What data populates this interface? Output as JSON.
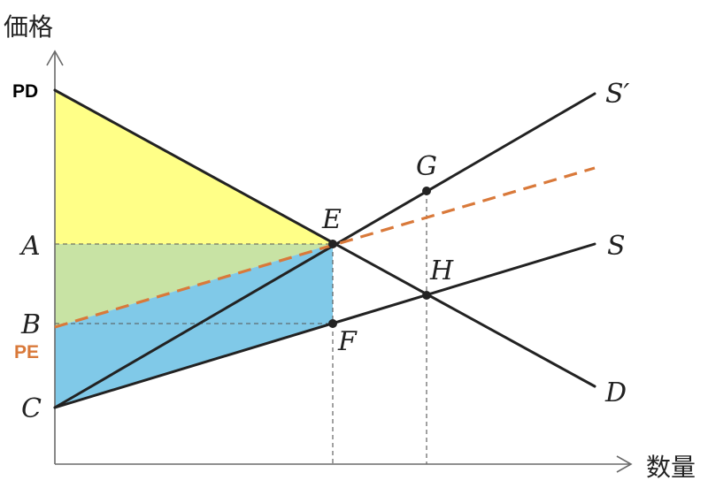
{
  "axes": {
    "y_label": "価格",
    "x_label": "数量"
  },
  "price_labels": {
    "pd": "PD",
    "a": "A",
    "b": "B",
    "pe": "PE",
    "c": "C"
  },
  "point_labels": {
    "e": "E",
    "f": "F",
    "g": "G",
    "h": "H"
  },
  "curve_labels": {
    "s_prime": "S′",
    "s": "S",
    "d": "D"
  },
  "colors": {
    "consumer_surplus": "#ffff7a",
    "middle_region": "#c8e3a4",
    "producer_surplus": "#80c9e8",
    "pe_accent": "#d9793a"
  }
}
